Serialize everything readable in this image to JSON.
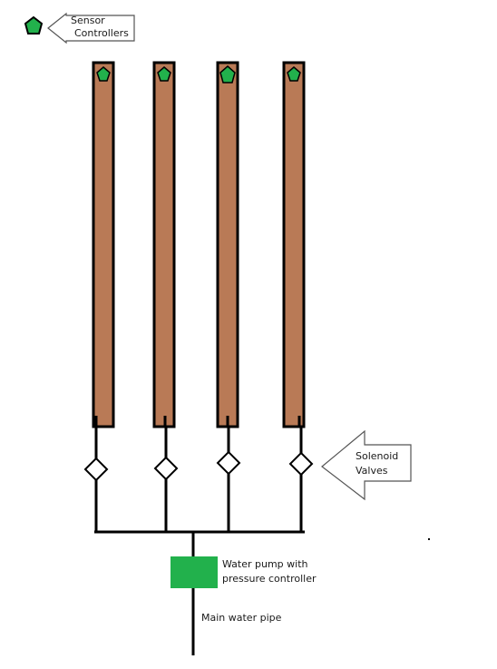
{
  "labels": {
    "sensor_line1": "Sensor",
    "sensor_line2": "Controllers",
    "solenoid_line1": "Solenoid",
    "solenoid_line2": "Valves",
    "pump_line1": "Water pump with",
    "pump_line2": "pressure controller",
    "main_pipe": "Main water pipe"
  },
  "colors": {
    "soil": "#b97a56",
    "sensor": "#22b14c",
    "pump": "#22b14c",
    "line": "#000000",
    "valve_fill": "#ffffff"
  }
}
